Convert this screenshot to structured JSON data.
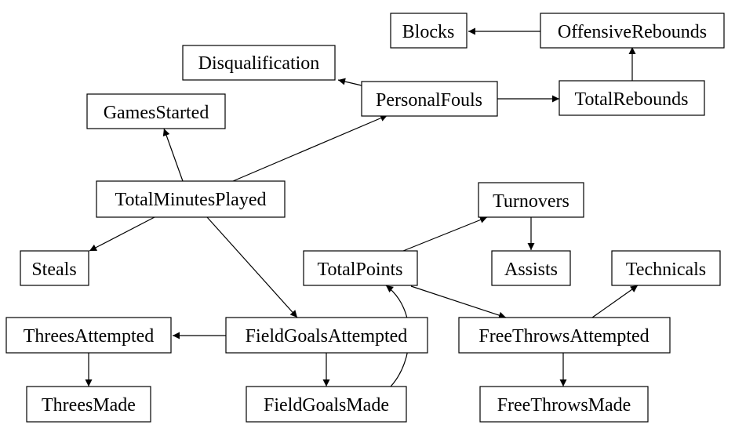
{
  "diagram": {
    "type": "directed-graph",
    "colors": {
      "background": "#ffffff",
      "stroke": "#000000",
      "text": "#000000"
    },
    "nodes": [
      {
        "id": "blocks",
        "label": "Blocks"
      },
      {
        "id": "offensive_rebounds",
        "label": "OffensiveRebounds"
      },
      {
        "id": "disqualification",
        "label": "Disqualification"
      },
      {
        "id": "personal_fouls",
        "label": "PersonalFouls"
      },
      {
        "id": "total_rebounds",
        "label": "TotalRebounds"
      },
      {
        "id": "games_started",
        "label": "GamesStarted"
      },
      {
        "id": "total_minutes_played",
        "label": "TotalMinutesPlayed"
      },
      {
        "id": "turnovers",
        "label": "Turnovers"
      },
      {
        "id": "steals",
        "label": "Steals"
      },
      {
        "id": "total_points",
        "label": "TotalPoints"
      },
      {
        "id": "assists",
        "label": "Assists"
      },
      {
        "id": "technicals",
        "label": "Technicals"
      },
      {
        "id": "threes_attempted",
        "label": "ThreesAttempted"
      },
      {
        "id": "field_goals_attempted",
        "label": "FieldGoalsAttempted"
      },
      {
        "id": "free_throws_attempted",
        "label": "FreeThrowsAttempted"
      },
      {
        "id": "threes_made",
        "label": "ThreesMade"
      },
      {
        "id": "field_goals_made",
        "label": "FieldGoalsMade"
      },
      {
        "id": "free_throws_made",
        "label": "FreeThrowsMade"
      }
    ],
    "edges": [
      {
        "from": "offensive_rebounds",
        "to": "blocks"
      },
      {
        "from": "total_rebounds",
        "to": "offensive_rebounds"
      },
      {
        "from": "personal_fouls",
        "to": "total_rebounds"
      },
      {
        "from": "personal_fouls",
        "to": "disqualification"
      },
      {
        "from": "total_minutes_played",
        "to": "personal_fouls"
      },
      {
        "from": "total_minutes_played",
        "to": "games_started"
      },
      {
        "from": "total_minutes_played",
        "to": "steals"
      },
      {
        "from": "total_minutes_played",
        "to": "field_goals_attempted"
      },
      {
        "from": "total_points",
        "to": "turnovers"
      },
      {
        "from": "turnovers",
        "to": "assists"
      },
      {
        "from": "total_points",
        "to": "free_throws_attempted"
      },
      {
        "from": "free_throws_attempted",
        "to": "technicals"
      },
      {
        "from": "free_throws_attempted",
        "to": "free_throws_made"
      },
      {
        "from": "field_goals_attempted",
        "to": "threes_attempted"
      },
      {
        "from": "threes_attempted",
        "to": "threes_made"
      },
      {
        "from": "field_goals_attempted",
        "to": "field_goals_made"
      },
      {
        "from": "field_goals_made",
        "to": "total_points"
      }
    ]
  }
}
